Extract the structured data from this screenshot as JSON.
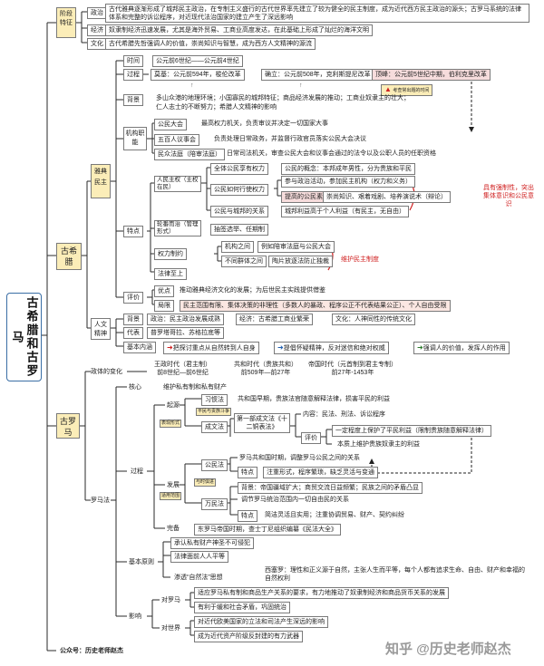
{
  "root": "古希腊和古罗马",
  "top": {
    "stage": "阶段特征",
    "items": [
      {
        "label": "政治",
        "text": "古代雅典逐渐形成了城邦民主政治，在专制主义盛行的古代世界率先建立了较为健全的民主制度，成为近代西方民主政治的源头；古罗马系统的法律体系和完整的诉讼程序，对近现代法治国家的建立产生了深远影响"
      },
      {
        "label": "经济",
        "text": "奴隶制经济迅速发展，尤其是海外贸易、工商业高度发达，在此基础上形成了灿烂的海洋文明"
      },
      {
        "label": "文化",
        "text": "古代希腊先哲强调人的价值，崇尚知识与智慧，成为西方人文精神的源流"
      }
    ]
  },
  "greece": {
    "label": "古希腊",
    "democracy": {
      "label": "雅典民主",
      "time_label": "时间",
      "time": "公元前6世纪——公元前4世纪",
      "process_label": "过程",
      "process": [
        "莫基：公元前594年，梭伦改革",
        "确立：公元前508年，克利斯提尼改革",
        "顶峰：公元前5世纪中期，伯利克里改革"
      ],
      "process_note": "考查常出题的时间",
      "background_label": "背景",
      "background": [
        "多山众港的地理环境；小国寡民的城邦特征；商品经济发展的推动；工商业奴隶主的壮大；",
        "仁人志士的不断努力；希腊人文精神的影响"
      ],
      "org_label": "机构职能",
      "org": [
        {
          "name": "公民大会",
          "desc": "最高权力机关，负责审议并决定一切国家大事"
        },
        {
          "name": "五百人议事会",
          "desc": "负责处理日常政务，并监督行政官员落实公民大会决议"
        },
        {
          "name": "民众法庭（陪审法庭）",
          "desc": "日常司法机关，审查公民大会和议事会通过的法令以及公职人员的任职资格"
        }
      ],
      "features_label": "特点",
      "people_rule": "人民主权（主权在民）",
      "people_rows": [
        "全体公民享有权力",
        "公民的概念：本邦成年男性，分为贵族和平民",
        "公民如何行使权力",
        "参与政治活动，参加民主机构（权力和义务）",
        "提高的公民素养",
        "崇尚知识、艰着戏剧、培养演说术（辩论）",
        "公民与城邦的关系",
        "城邦利益高于个人利益（有民主，无自由）"
      ],
      "people_note": "具有强制性，突出集体意识和公民意识",
      "rotation": "轮番而治（管理形式）",
      "rotation_desc": "抽签选举、任期制",
      "restrict": "权力制约",
      "restrict_rows": [
        "机构之间",
        "例如陪审法庭与公民大会",
        "不同群体之间",
        "陶片放逐法防止独裁"
      ],
      "law": "法律至上",
      "restrict_note": "维护民主制度",
      "eval_label": "评价",
      "merit_label": "优点",
      "merit": "推动雅典经济文化的发展；为后世民主实践提供借鉴",
      "limit_label": "局限",
      "limit": "民主范围有限、集体决策的非理性（多数人的暴政、程序公正不代表结果公正）、个人自由受限"
    },
    "humanism": {
      "label": "人文精神",
      "bg_label": "背景",
      "bg": [
        "政治：民主政治发展成熟",
        "经济：古希腊工商业繁荣",
        "文化：人神同性的传统文化"
      ],
      "rep_label": "代表",
      "rep": "普罗塔哥拉、苏格拉底等",
      "content_label": "基本内涵",
      "content": [
        "把探讨重点从自然转到人自身",
        "提倡怀疑精神，反对迷信和绝对权威",
        "强调人的价值，发挥人的作用"
      ]
    }
  },
  "rome": {
    "label": "古罗马",
    "change_label": "政体的变化",
    "stages": [
      {
        "name": "王政时代（君主制）",
        "time": "前8世纪—前6世纪"
      },
      {
        "name": "共和时代（贵族共和）",
        "time": "前509年—前27年"
      },
      {
        "name": "帝国时代（元首制到君主专制）",
        "time": "前27年-1453年"
      }
    ],
    "law": {
      "label": "罗马法",
      "core_label": "核心",
      "core": "维护私有制和私有财产",
      "process_label": "过程",
      "origin_label": "起源",
      "origin_tag1": "平民与贵族斗争",
      "origin_tag2": "表现形式",
      "customary": "习惯法",
      "customary_desc": "共和国早期，贵族法官随意解释法律，损害平民的利益",
      "written": "成文法",
      "twelve": "第一部成文法《十二铜表法》",
      "twelve_content": "内容：民法、刑法、诉讼程序",
      "eval_label": "评价",
      "eval1": "一定程度上保护了平民利益（限制贵族随意解释法律）",
      "eval2": "本质上维护贵族奴隶主的利益",
      "dev_label": "发展",
      "dev_tag1": "与时俱进",
      "dev_tag2": "适用范围",
      "civil": "公民法",
      "civil_desc": "罗马共和国时期，调整罗马公民之间的关系",
      "civil_feat_label": "特点",
      "civil_feat": "注重形式，程序繁琐，缺乏灵活与变通",
      "nations": "万民法",
      "nations_bg": "背景：帝国疆域扩大；商贸交流日益频繁；民族之间的矛盾凸显",
      "nations_desc": "调节罗马统治范围内一切自由民的关系",
      "nations_feat_label": "特点",
      "nations_feat": "简洁灵活且实用；注重协调贸易、财产、契约纠纷",
      "complete_label": "完备",
      "complete": "东罗马帝国时期，查士丁尼组织编纂《民法大全》",
      "principle_label": "基本原则",
      "principles": [
        "承认私有财产神圣不可侵犯",
        "法律面前人人平等",
        "渗透“自然法”思想"
      ],
      "natural_law": "西塞罗：理性和正义源于自然，主张人生而平等，每个人都有追求生命、自由、财产和幸福的自然权利",
      "influence_label": "影响",
      "to_rome_label": "对罗马",
      "to_rome": [
        "适应罗马私有制和商品生产关系的要求，有力地推动了奴隶制经济和商品货币关系的发展",
        "有利于缓和社会矛盾，巩固统治"
      ],
      "to_world_label": "对世界",
      "to_world": [
        "对近代欧美国家的立法和司法产生深远的影响",
        "成为近代资产阶级反封建的有力武器"
      ]
    }
  },
  "footer": "公众号：历史老师赵杰",
  "watermark": "知乎 @历史老师赵杰"
}
